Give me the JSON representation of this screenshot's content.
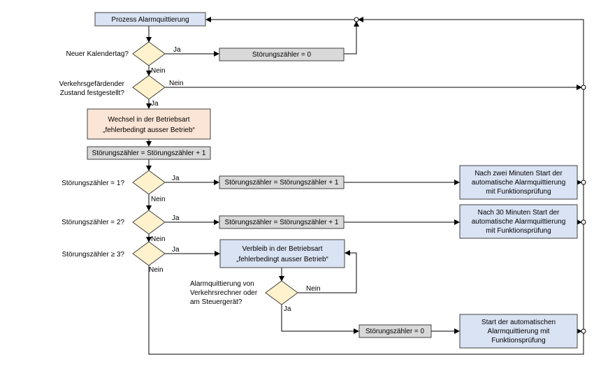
{
  "boxes": {
    "start": "Prozess Alarmquittierung",
    "reset1": "Störungszähler = 0",
    "wechsel_line1": "Wechsel in der Betriebsart",
    "wechsel_line2": "„fehlerbedingt ausser Betrieb“",
    "inc_main": "Störungszähler = Störungszähler + 1",
    "inc_1": "Störungszähler = Störungszähler + 1",
    "inc_2": "Störungszähler = Störungszähler + 1",
    "verbleib_line1": "Verbleib in der Betriebsart",
    "verbleib_line2": "„fehlerbedingt ausser Betrieb“",
    "reset2": "Störungszähler = 0",
    "action1_line1": "Nach zwei Minuten Start der",
    "action1_line2": "automatische Alarmquittierung",
    "action1_line3": "mit Funktionsprüfung",
    "action2_line1": "Nach 30 Minuten Start der",
    "action2_line2": "automatische Alarmquittierung",
    "action2_line3": "mit Funktionsprüfung",
    "action3_line1": "Start der automatischen",
    "action3_line2": "Alarmquittierung mit",
    "action3_line3": "Funktionsprüfung"
  },
  "decisions": {
    "d1": "Neuer Kalendertag?",
    "d2_line1": "Verkehrsgefärdender",
    "d2_line2": "Zustand festgestellt?",
    "d3": "Störungszähler = 1?",
    "d4": "Störungszähler = 2?",
    "d5": "Störungszähler ≥ 3?",
    "d6_line1": "Alarmquittierung von",
    "d6_line2": "Verkehrsrechner oder",
    "d6_line3": "am Steuergerät?"
  },
  "labels": {
    "ja": "Ja",
    "nein": "Nein"
  },
  "colors": {
    "start_fill": "#dae3f3",
    "action_fill": "#dae3f3",
    "counter_fill": "#d9d9d9",
    "mode_fill": "#fbe5d6",
    "decision_fill": "#fff2cc",
    "stroke": "#404040",
    "line": "#000000"
  }
}
